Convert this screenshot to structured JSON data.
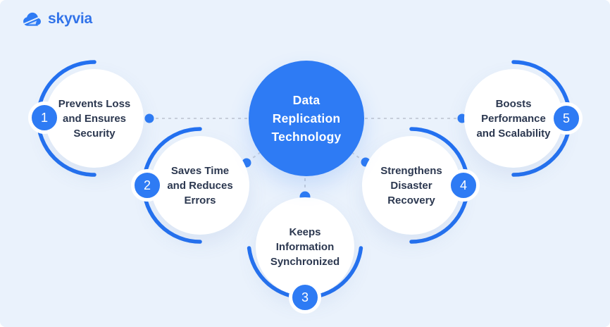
{
  "brand": {
    "name": "skyvia"
  },
  "colors": {
    "background": "#EAF2FC",
    "accent_blue": "#2E7BF4",
    "arc_blue": "#2471F0",
    "text_dark": "#2C3850",
    "dash_gray": "#C7CEDA",
    "logo_blue": "#3173E9",
    "node_white": "#FFFFFF"
  },
  "center": {
    "title": "Data\nReplication\nTechnology"
  },
  "items": [
    {
      "number": "1",
      "label": "Prevents Loss\nand Ensures\nSecurity"
    },
    {
      "number": "2",
      "label": "Saves Time\nand Reduces\nErrors"
    },
    {
      "number": "3",
      "label": "Keeps\nInformation\nSynchronized"
    },
    {
      "number": "4",
      "label": "Strengthens\nDisaster\nRecovery"
    },
    {
      "number": "5",
      "label": "Boosts\nPerformance\nand Scalability"
    }
  ]
}
